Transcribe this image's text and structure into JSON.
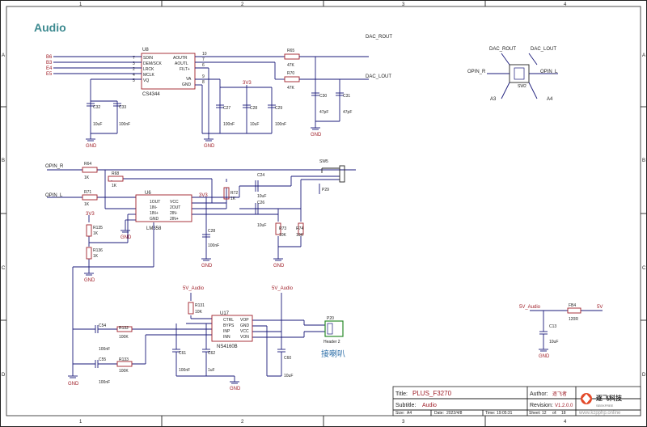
{
  "title": "Audio",
  "border": {
    "columns": [
      "1",
      "2",
      "3",
      "4"
    ],
    "rows": [
      "A",
      "B",
      "C",
      "D"
    ]
  },
  "chips": {
    "u8": {
      "ref": "U8",
      "part": "CS4344",
      "pins_left": [
        [
          "SDIN",
          "7"
        ],
        [
          "DEM/SCK",
          "3"
        ],
        [
          "LRCK",
          "2"
        ],
        [
          "MCLK",
          "4"
        ],
        [
          "VQ",
          "5"
        ]
      ],
      "pins_right": [
        [
          "AOUTR",
          "10"
        ],
        [
          "AOUTL",
          "7"
        ],
        [
          "FILT+",
          "6"
        ],
        [
          "VA",
          "9"
        ],
        [
          "GND",
          "8"
        ]
      ]
    },
    "u6": {
      "ref": "U6",
      "part": "LM358",
      "pins": [
        "1OUT",
        "1IN-",
        "1IN+",
        "GND",
        "VCC",
        "2OUT",
        "2IN-",
        "2IN+"
      ]
    },
    "u17": {
      "ref": "U17",
      "part": "NS4160B",
      "pins": [
        "CTRL",
        "BYPS",
        "INP",
        "INN",
        "VOP",
        "GND",
        "VCC",
        "VON"
      ]
    },
    "p20": {
      "ref": "P20",
      "label": "Header 2",
      "note": "接喇叭"
    },
    "sw": {
      "ref": "SW2",
      "label": "SW5",
      "jack": "P29"
    }
  },
  "nets": {
    "b6": "B6",
    "b3": "B3",
    "e4": "E4",
    "e5": "E5",
    "dac_rout": "DAC_ROUT",
    "dac_lout": "DAC_LOUT",
    "dac_rout2": "DAC_ROUT",
    "dac_lout2": "DAC_LOUT",
    "opin_r": "OPIN_R",
    "opin_l": "OPIN_L",
    "opin_r2": "OPIN_R",
    "opin_l2": "OPIN_L",
    "a3": "A3",
    "a4": "A4",
    "v33": "3V3",
    "v5a": "5V_Audio",
    "v5": "5V",
    "gnd": "GND"
  },
  "parts": {
    "r65": [
      "R65",
      "47K"
    ],
    "r70": [
      "R70",
      "47K"
    ],
    "r64": [
      "R64",
      "1K"
    ],
    "r68": [
      "R68",
      "1K"
    ],
    "r71": [
      "R71",
      "1K"
    ],
    "r72": [
      "R72",
      "1K"
    ],
    "r73": [
      "R73",
      "10K"
    ],
    "r74": [
      "R74",
      "10K"
    ],
    "r135": [
      "R135",
      "1K"
    ],
    "r136": [
      "R136",
      "1K"
    ],
    "r131": [
      "R131",
      "10K"
    ],
    "r132": [
      "R132",
      "100K"
    ],
    "r133": [
      "R133",
      "100K"
    ],
    "c32": [
      "C32",
      "10uF"
    ],
    "c33": [
      "C33",
      "100nF"
    ],
    "c27": [
      "C27",
      "100nF"
    ],
    "c28": [
      "C28",
      "10uF"
    ],
    "c29": [
      "C29",
      "100nF"
    ],
    "c30": [
      "C30",
      "47pF"
    ],
    "c31": [
      "C31",
      "47pF"
    ],
    "c24": [
      "C24",
      "10uF"
    ],
    "c26": [
      "C26",
      "10uF"
    ],
    "c28b": [
      "C28",
      "100nF"
    ],
    "c54": [
      "C54",
      "100nF"
    ],
    "c55": [
      "C55",
      "100nF"
    ],
    "c61": [
      "C61",
      "100nF"
    ],
    "c62": [
      "C62",
      "1uF"
    ],
    "c60": [
      "C60",
      "10uF"
    ],
    "c13": [
      "C13",
      "10uF"
    ],
    "fb4": [
      "FB4",
      "120R"
    ]
  },
  "title_block": {
    "title_label": "Title:",
    "title_value": "PLUS_F3270",
    "subtitle_label": "Subtitle:",
    "subtitle_value": "Audio",
    "author_label": "Author:",
    "author_value": "逐飞者",
    "revision_label": "Revision:",
    "revision_value": "V1.2.0.0",
    "size_label": "Size:",
    "size_value": "A4",
    "date_label": "Date:",
    "date_value": "2022/4/8",
    "time_label": "Time:",
    "time_value": "19:05:31",
    "sheet_label": "Sheet:",
    "sheet_value": "12",
    "of_label": "of:",
    "of_value": "18",
    "logo_cn": "逐飞科技",
    "logo_en": "SEEKFREE",
    "watermark": "www.kzpphp.online"
  }
}
